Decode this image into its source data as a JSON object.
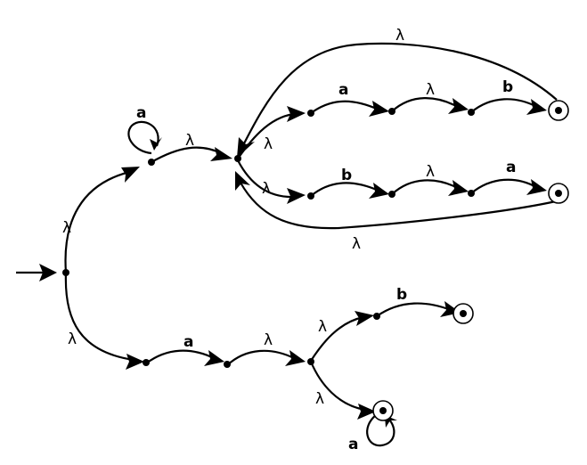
{
  "diagram": {
    "type": "nfa-state-diagram",
    "labels": {
      "lambda": "λ",
      "a": "a",
      "b": "b"
    },
    "states": [
      {
        "id": "q0",
        "start": true,
        "accepting": false
      },
      {
        "id": "q1",
        "accepting": false,
        "self_loop": "a"
      },
      {
        "id": "q2",
        "accepting": false
      },
      {
        "id": "q3",
        "accepting": false
      },
      {
        "id": "q4",
        "accepting": false
      },
      {
        "id": "q5",
        "accepting": false
      },
      {
        "id": "q6",
        "accepting": true
      },
      {
        "id": "q7",
        "accepting": false
      },
      {
        "id": "q8",
        "accepting": false
      },
      {
        "id": "q9",
        "accepting": false
      },
      {
        "id": "q10",
        "accepting": true
      },
      {
        "id": "q11",
        "accepting": false
      },
      {
        "id": "q12",
        "accepting": false
      },
      {
        "id": "q13",
        "accepting": false
      },
      {
        "id": "q14",
        "accepting": false
      },
      {
        "id": "q15",
        "accepting": true
      },
      {
        "id": "q16",
        "accepting": true,
        "self_loop": "a"
      }
    ],
    "transitions": [
      {
        "from": "q0",
        "to": "q1",
        "label": "λ"
      },
      {
        "from": "q1",
        "to": "q2",
        "label": "λ"
      },
      {
        "from": "q2",
        "to": "q3",
        "label": "λ"
      },
      {
        "from": "q3",
        "to": "q4",
        "label": "a"
      },
      {
        "from": "q4",
        "to": "q5",
        "label": "λ"
      },
      {
        "from": "q5",
        "to": "q6",
        "label": "b"
      },
      {
        "from": "q6",
        "to": "q2",
        "label": "λ"
      },
      {
        "from": "q2",
        "to": "q7",
        "label": "λ"
      },
      {
        "from": "q7",
        "to": "q8",
        "label": "b"
      },
      {
        "from": "q8",
        "to": "q9",
        "label": "λ"
      },
      {
        "from": "q9",
        "to": "q10",
        "label": "a"
      },
      {
        "from": "q10",
        "to": "q2",
        "label": "λ"
      },
      {
        "from": "q0",
        "to": "q11",
        "label": "λ"
      },
      {
        "from": "q11",
        "to": "q12",
        "label": "a"
      },
      {
        "from": "q12",
        "to": "q13",
        "label": "λ"
      },
      {
        "from": "q13",
        "to": "q14",
        "label": "λ"
      },
      {
        "from": "q14",
        "to": "q15",
        "label": "b"
      },
      {
        "from": "q13",
        "to": "q16",
        "label": "λ"
      }
    ]
  }
}
